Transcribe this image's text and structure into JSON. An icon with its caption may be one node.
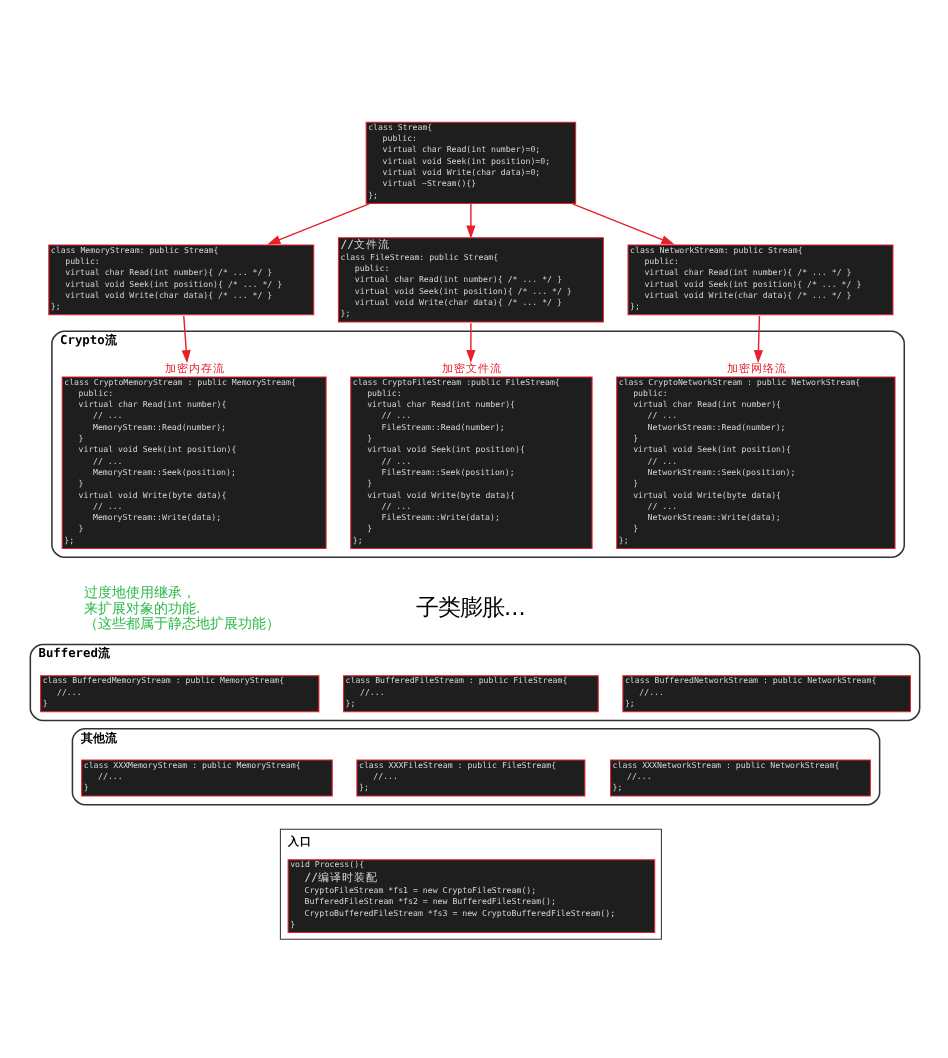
{
  "diagram": {
    "nodes": [
      {
        "text": [
          "class Stream{",
          "public:",
          "virtual char Read(int number)=0;",
          "virtual void Seek(int position)=0;",
          "virtual void Write(char data)=0;",
          "virtual ~Stream(){}",
          "};"
        ]
      },
      {
        "text": [
          "class MemoryStream: public Stream{",
          "public:",
          "virtual char Read(int number){ /* ... */ }",
          "virtual void Seek(int position){ /* ... */ }",
          "virtual void Write(char data){ /* ... */ }",
          "};"
        ]
      },
      {
        "text": [
          "//文件流",
          "class FileStream: public Stream{",
          "public:",
          "virtual char Read(int number){ /* ... */ }",
          "virtual void Seek(int position){ /* ... */ }",
          "virtual void Write(char data){ /* ... */ }",
          "};"
        ]
      },
      {
        "text": [
          "class NetworkStream: public Stream{",
          "public:",
          "virtual char Read(int number){ /* ... */ }",
          "virtual void Seek(int position){ /* ... */ }",
          "virtual void Write(char data){ /* ... */ }",
          "};"
        ]
      },
      {
        "text": [
          "Crypto流"
        ]
      },
      {
        "text": [
          "class CryptoMemoryStream : public MemoryStream{",
          "public:",
          "virtual char Read(int number){",
          "// ...",
          "MemoryStream::Read(number);",
          "}",
          "virtual void Seek(int position){",
          "// ...",
          "MemoryStream::Seek(position);",
          "}",
          "virtual void Write(byte data){",
          "// ...",
          "MemoryStream::Write(data);",
          "}",
          "};"
        ],
        "in": 4,
        "beside": [
          "加密内存流"
        ]
      },
      {
        "text": [
          "class CryptoFileStream :public FileStream{",
          "public:",
          "virtual char Read(int number){",
          "// ...",
          "FileStream::Read(number);",
          "}",
          "virtual void Seek(int position){",
          "// ...",
          "FileStream::Seek(position);",
          "}",
          "virtual void Write(byte data){",
          "// ...",
          "FileStream::Write(data);",
          "}",
          "};"
        ],
        "in": 4,
        "beside": [
          "加密文件流"
        ]
      },
      {
        "text": [
          "class CryptoNetworkStream : public NetworkStream{",
          "public:",
          "virtual char Read(int number){",
          "// ...",
          "NetworkStream::Read(number);",
          "}",
          "virtual void Seek(int position){",
          "// ...",
          "NetworkStream::Seek(position);",
          "}",
          "virtual void Write(byte data){",
          "// ...",
          "NetworkStream::Write(data);",
          "}",
          "};"
        ],
        "in": 4,
        "beside": [
          "加密网络流"
        ]
      },
      {
        "text": [
          "Buffered流"
        ]
      },
      {
        "text": [
          "class BufferedMemoryStream : public MemoryStream{",
          "//...",
          "}"
        ],
        "in": 8
      },
      {
        "text": [
          "class BufferedFileStream : public FileStream{",
          "//...",
          "};"
        ],
        "in": 8
      },
      {
        "text": [
          "class BufferedNetworkStream : public NetworkStream{",
          "//...",
          "};"
        ],
        "in": 8
      },
      {
        "text": [
          "其他流"
        ]
      },
      {
        "text": [
          "class XXXMemoryStream : public MemoryStream{",
          "//...",
          "}"
        ],
        "in": 12
      },
      {
        "text": [
          "class XXXFileStream : public FileStream{",
          "//...",
          "};"
        ],
        "in": 12
      },
      {
        "text": [
          "class XXXNetworkStream : public NetworkStream{",
          "//...",
          "};"
        ],
        "in": 12
      },
      {
        "text": [
          "入口",
          "void Process(){",
          "//编译时装配",
          "CryptoFileStream *fs1 = new CryptoFileStream();",
          "BufferedFileStream *fs2 = new BufferedFileStream();",
          "CryptoBufferedFileStream *fs3 = new CryptoBufferedFileStream();",
          "}"
        ]
      }
    ],
    "edges": [
      {
        "from": 0,
        "to": 1,
        "arrow": "to"
      },
      {
        "from": 0,
        "to": 2,
        "arrow": "to"
      },
      {
        "from": 0,
        "to": 3,
        "arrow": "to"
      },
      {
        "from": 1,
        "to": 5,
        "arrow": "to"
      },
      {
        "from": 2,
        "to": 6,
        "arrow": "to"
      },
      {
        "from": 3,
        "to": 7,
        "arrow": "to"
      }
    ],
    "labels": [
      "过度地使用继承，来扩展对象的功能.（这些都属于静态地扩展功能）",
      "子类膨胀..."
    ]
  }
}
